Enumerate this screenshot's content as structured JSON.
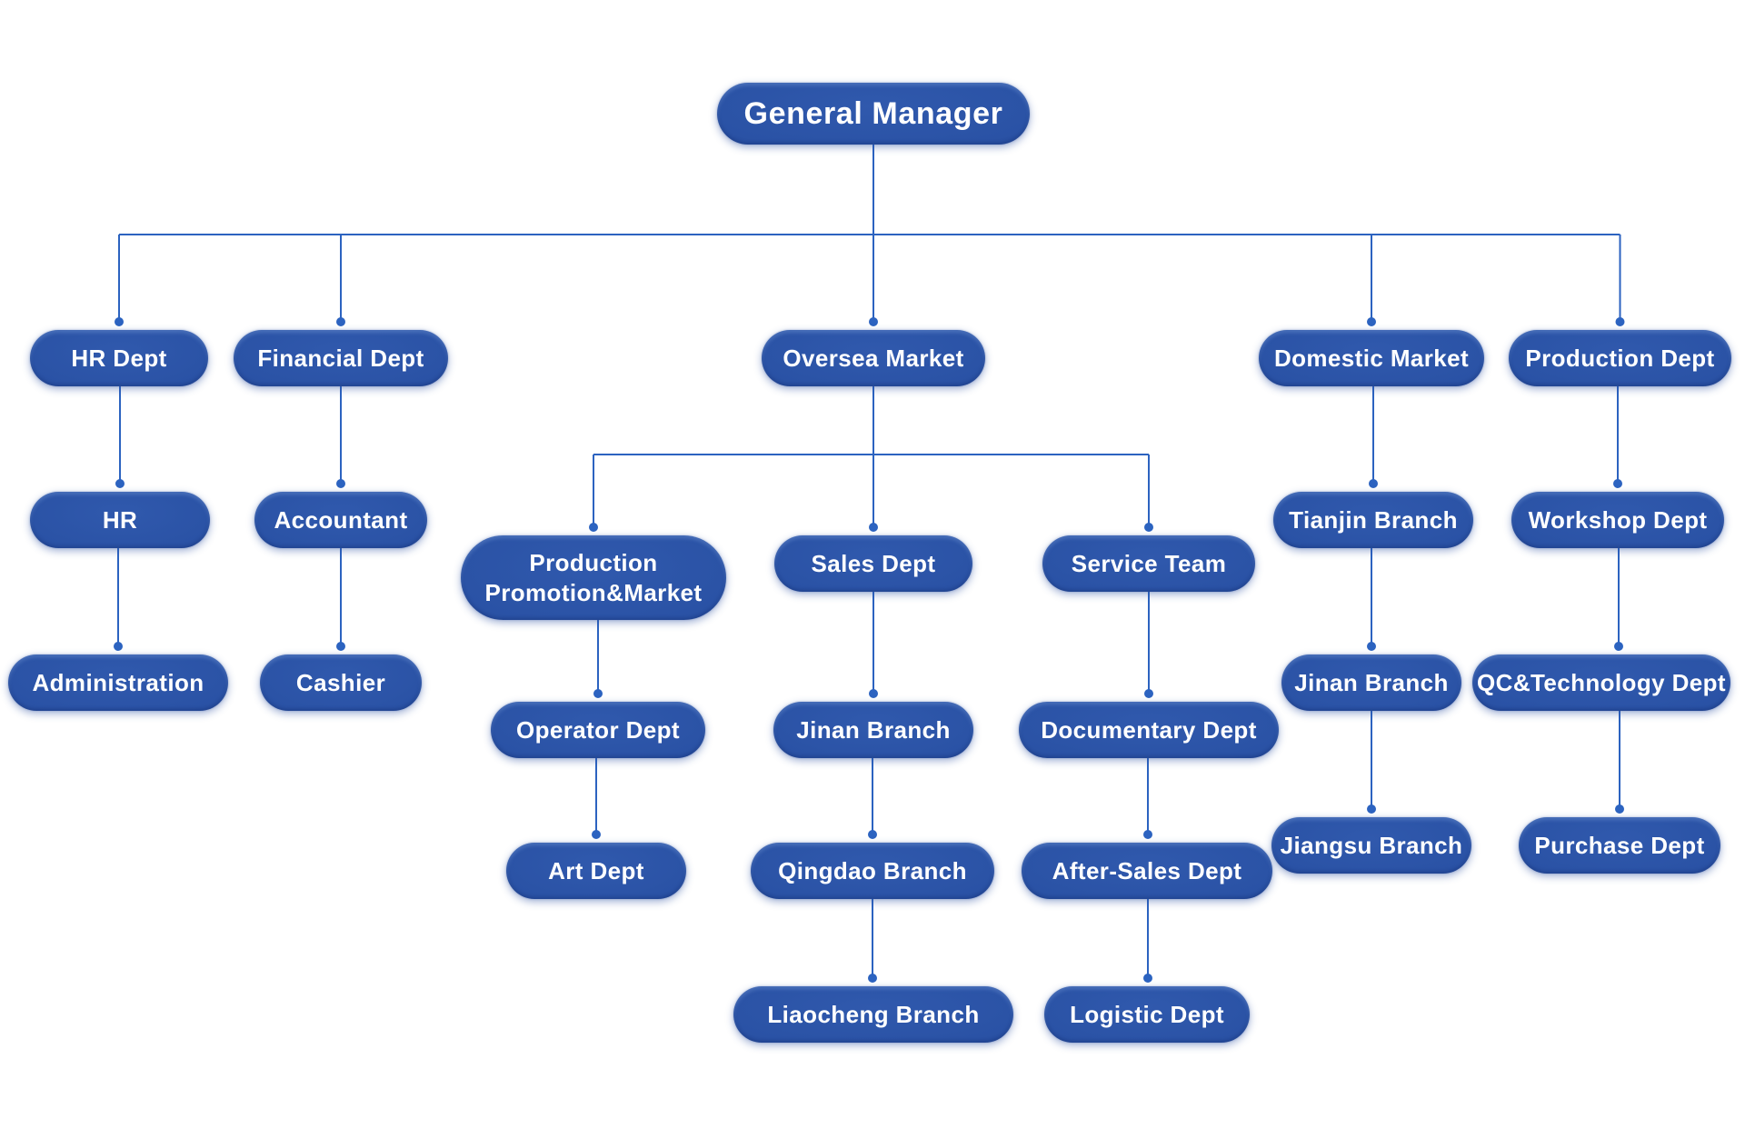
{
  "diagram": {
    "type": "org-chart",
    "background": "#ffffff",
    "colors": {
      "node_fill": "#2a52a5",
      "node_edge_dark": "#1d3e8f",
      "node_highlight": "#3059ad",
      "node_text": "#ffffff",
      "connector_line": "#2c63c0",
      "connector_dot": "#2c63c0"
    },
    "nodes": [
      {
        "id": "general-manager",
        "label": "General Manager",
        "parent": null
      },
      {
        "id": "hr-dept",
        "label": "HR Dept",
        "parent": "general-manager"
      },
      {
        "id": "financial-dept",
        "label": "Financial Dept",
        "parent": "general-manager"
      },
      {
        "id": "oversea-market",
        "label": "Oversea Market",
        "parent": "general-manager"
      },
      {
        "id": "domestic-market",
        "label": "Domestic Market",
        "parent": "general-manager"
      },
      {
        "id": "production-dept",
        "label": "Production Dept",
        "parent": "general-manager"
      },
      {
        "id": "hr",
        "label": "HR",
        "parent": "hr-dept"
      },
      {
        "id": "administration",
        "label": "Administration",
        "parent": "hr"
      },
      {
        "id": "accountant",
        "label": "Accountant",
        "parent": "financial-dept"
      },
      {
        "id": "cashier",
        "label": "Cashier",
        "parent": "accountant"
      },
      {
        "id": "production-promotion-market",
        "label": "Production\nPromotion&Market",
        "parent": "oversea-market"
      },
      {
        "id": "sales-dept",
        "label": "Sales Dept",
        "parent": "oversea-market"
      },
      {
        "id": "service-team",
        "label": "Service Team",
        "parent": "oversea-market"
      },
      {
        "id": "operator-dept",
        "label": "Operator Dept",
        "parent": "production-promotion-market"
      },
      {
        "id": "art-dept",
        "label": "Art Dept",
        "parent": "operator-dept"
      },
      {
        "id": "jinan-branch-sales",
        "label": "Jinan Branch",
        "parent": "sales-dept"
      },
      {
        "id": "qingdao-branch",
        "label": "Qingdao Branch",
        "parent": "jinan-branch-sales"
      },
      {
        "id": "liaocheng-branch",
        "label": "Liaocheng Branch",
        "parent": "qingdao-branch"
      },
      {
        "id": "documentary-dept",
        "label": "Documentary Dept",
        "parent": "service-team"
      },
      {
        "id": "after-sales-dept",
        "label": "After-Sales Dept",
        "parent": "documentary-dept"
      },
      {
        "id": "logistic-dept",
        "label": "Logistic Dept",
        "parent": "after-sales-dept"
      },
      {
        "id": "tianjin-branch",
        "label": "Tianjin Branch",
        "parent": "domestic-market"
      },
      {
        "id": "jinan-branch-domestic",
        "label": "Jinan Branch",
        "parent": "tianjin-branch"
      },
      {
        "id": "jiangsu-branch",
        "label": "Jiangsu Branch",
        "parent": "jinan-branch-domestic"
      },
      {
        "id": "workshop-dept",
        "label": "Workshop Dept",
        "parent": "production-dept"
      },
      {
        "id": "qc-technology-dept",
        "label": "QC&Technology Dept",
        "parent": "workshop-dept"
      },
      {
        "id": "purchase-dept",
        "label": "Purchase Dept",
        "parent": "qc-technology-dept"
      }
    ]
  }
}
